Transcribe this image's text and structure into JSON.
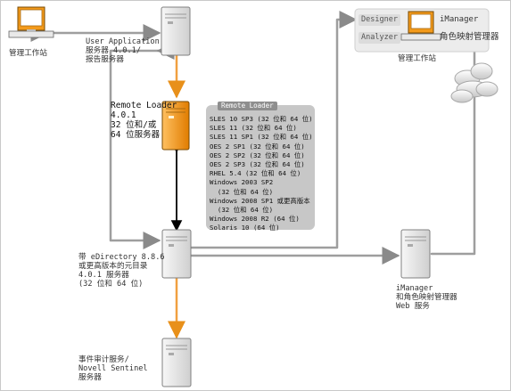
{
  "admin_left": "管理工作站",
  "user_app_server": "User Application\n服务器 4.0.1/\n报告服务器",
  "remote_loader_server": "Remote Loader\n4.0.1\n32 位和/或\n64 位服务器",
  "remote_loader_panel": {
    "title": "Remote Loader",
    "platforms": [
      "SLES 10 SP3 (32 位和 64 位)",
      "SLES 11 (32 位和 64 位)",
      "SLES 11 SP1 (32 位和 64 位)",
      "OES 2 SP1 (32 位和 64 位)",
      "OES 2 SP2 (32 位和 64 位)",
      "OES 2 SP3 (32 位和 64 位)",
      "RHEL 5.4 (32 位和 64 位)",
      "Windows 2003 SP2",
      "  (32 位和 64 位)",
      "Windows 2008 SP1 或更高版本",
      "  (32 位和 64 位)",
      "Windows 2008 R2 (64 位)",
      "Solaris 10 (64 位)"
    ]
  },
  "admin_right": {
    "designer": "Designer",
    "analyzer": "Analyzer",
    "imanager": "iManager",
    "role_mapper": "角色映射管理器",
    "caption": "管理工作站"
  },
  "edirectory_server": "带 eDirectory 8.8.6\n或更高版本的元目录\n4.0.1 服务器\n(32 位和 64 位)",
  "imanager_server": "iManager\n和角色映射管理器\nWeb 服务",
  "sentinel_server": "事件审计服务/\nNovell Sentinel\n服务器",
  "colors": {
    "orange": "#f39a1b",
    "tower": "#e6e6e6",
    "panel": "#c8c8c8",
    "link": "#9a9a9a"
  }
}
